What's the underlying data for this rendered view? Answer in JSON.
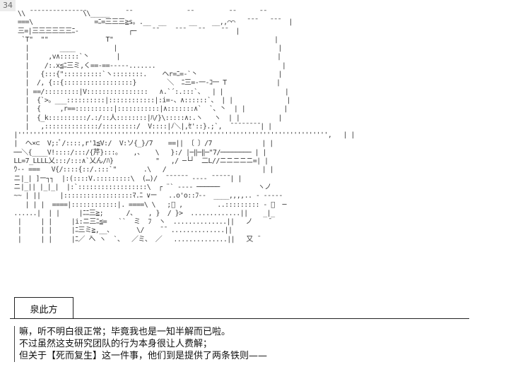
{
  "page_number": "34",
  "art_lines": [
    "  \\\\ ̄ ̄ ̄ ̄ ̄ ̄ ̄ ̄ ̄ ̄ ̄ ̄ ̄ ̄ ̄\\\\_____    ̄ ̄               ̄ ̄          ̄ ̄       ̄ ̄",
    "  ===\\                =ﾆ=三三三≧s。.__  __      __    __,,⌒⌒   ̄ ̄ ̄    ̄ ̄ ̄   |",
    "  三=|三三三三三三ﾆ-             ┌─    ̄ ̄     ̄ ̄ ̄    ̄ ̄     ̄ ̄   |",
    "   `T\"  \"\"               T\"                                          |",
    "    |        ____          |                                          |",
    "    |     ,v∧:::::`丶       |                                         |",
    "    |    /:.x≦ﾆ三ミ,く==-==-‐‐--.......                                 |",
    "    |   {:::{\"::::::::::`ヽ::::::::.    ヘr=ﾆ=-`丶                     |",
    "    |  /, {::{::::::::::::::::::}        ＼  ﾆ三=-一‐ｺ一 T             |",
    "    | ==/:::::::::|V::::::::::::::::   ∧.`´:.:::`、  | |                |",
    "    |  {`>。___::::::::::|::::::::::::|:i=-、∧::::::`、 | |              |",
    "    |  {     ,r==::::::::::|:::::::::::|∧:::::::∧`  `、丶  | |          |",
    "    |  {_k::::::::::/.:/::人::::::::|ﾊ/}\\:::::∧:.ヽ   ヽ  | |          |",
    "    |   ,::::::::::::::/:::::::::/  V::::|ﾉ＼|,ｾ'::}.;`,  ̄ ̄ ̄ ̄ ̄ ̄ ̄ ̄ | |",
    " |''''''''''''''''''''''''''''''''''''''''''''''''''''''''''''''''''''''''''''''''',   | |",
    " |  ヘ×⊂  V;:ﾟ/::::,r'1≦V:/  V:ソ{_}/7    ==|| 〔 〕/7             | |",
    " ──＼{____V!::::/:::/{芹}:::。   ,、   \\   }:/ |─‖─‖─\"7/──────── | |",
    " LL=7_LLLL乂:::/:::∧`乂ん/ﾊ}           \"   ,/ ─└┘  二L//ニニニニニ=| |",
    " ｳ-- ===   V{/::::{::/.:::`\"       .\\   /                         | |",
    " ニ|_| ]ー┐┐  |:(::::V.:::::::::\\  (…)/  ̄ ̄ ̄ ̄ ̄ ̄  ‐-‐- ̄ ̄ ̄ ̄ ̄ | |",
    " ニ|_|| |_|_|  |:`::::::::::::::::::\\  ┌ ¨` -‐-- ──────          ヽノ",
    " ~~ | ||     |::::::::::::::::::ﾏ.ﾆ ∨ー   ..o'o::ﾌ‐-  ____,,,,.. ‐ -----",
    "    | | |  ====|::::::::::::|. ====\\ \\   ;ﾞ ,         ..::::::::: ‐ ー  ─",
    " ......|  | |     |ﾆﾆ三≧;      /、   , }  / }>  .............||    _|_",
    "  |     | |     |i:ニ三ﾆ≦=   ``  ミ  ﾌ  ヽ  ..............||   ノ    ̄",
    "  |     | |     |ﾆ三ミ≧,__、      \\/    ̄ ̄  ..............||",
    "  |     | |     |ﾆ／ ̄ヘ ヽ  `、  ／ミ、 ／   ..............||   又 ̄"
  ],
  "speaker_name": "泉此方",
  "dialog_lines": [
    "嘛，听不明白很正常；毕竟我也是一知半解而已啦。",
    "不过虽然这支研究团队的行为本身很让人费解；",
    "但关于【死而复生】这一件事，他们到是提供了两条铁则——"
  ]
}
